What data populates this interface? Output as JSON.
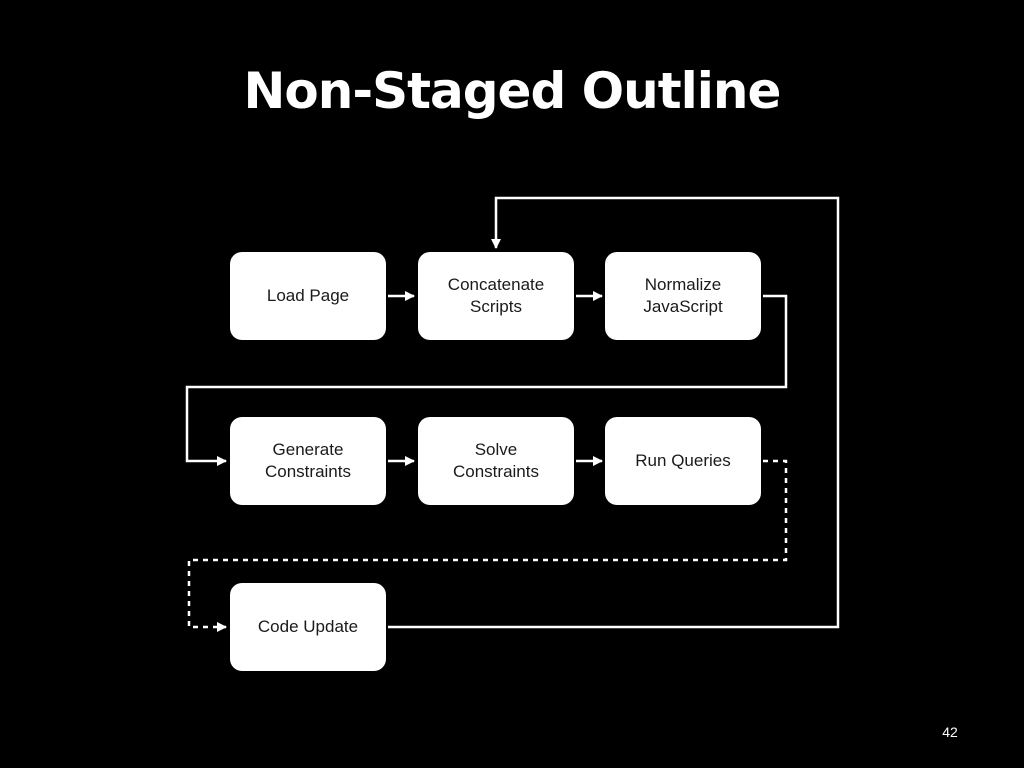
{
  "title": "Non-Staged Outline",
  "page_number": "42",
  "colors": {
    "background": "#000000",
    "box_fill": "#ffffff",
    "connector": "#ffffff",
    "box_text": "#1a1a1a"
  },
  "nodes": {
    "load_page": [
      "Load Page"
    ],
    "concatenate_scripts": [
      "Concatenate",
      "Scripts"
    ],
    "normalize_javascript": [
      "Normalize",
      "JavaScript"
    ],
    "generate_constraints": [
      "Generate",
      "Constraints"
    ],
    "solve_constraints": [
      "Solve",
      "Constraints"
    ],
    "run_queries": [
      "Run Queries"
    ],
    "code_update": [
      "Code Update"
    ]
  },
  "edges": [
    {
      "from": "load_page",
      "to": "concatenate_scripts",
      "style": "solid"
    },
    {
      "from": "concatenate_scripts",
      "to": "normalize_javascript",
      "style": "solid"
    },
    {
      "from": "normalize_javascript",
      "to": "generate_constraints",
      "style": "solid"
    },
    {
      "from": "generate_constraints",
      "to": "solve_constraints",
      "style": "solid"
    },
    {
      "from": "solve_constraints",
      "to": "run_queries",
      "style": "solid"
    },
    {
      "from": "run_queries",
      "to": "code_update",
      "style": "dashed"
    },
    {
      "from": "code_update",
      "to": "concatenate_scripts",
      "style": "solid"
    }
  ]
}
